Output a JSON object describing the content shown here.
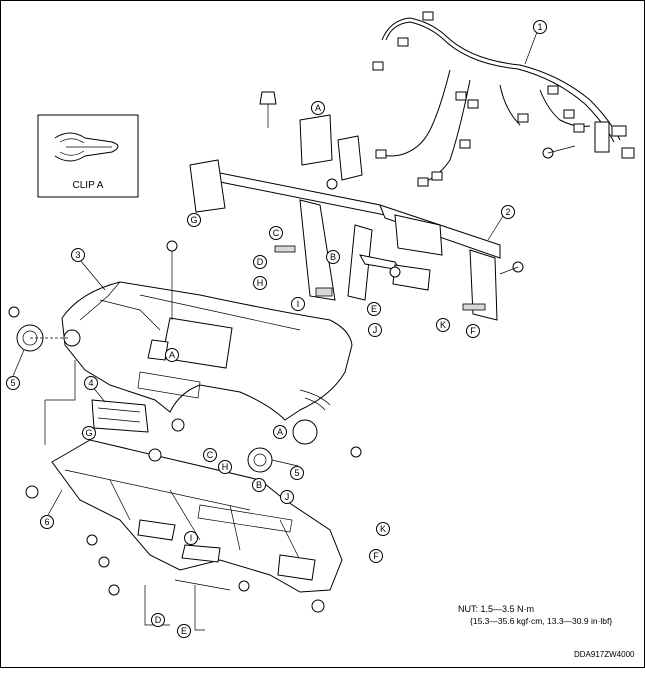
{
  "clip_inset": {
    "label": "CLIP A"
  },
  "part_numbers": [
    "1",
    "2",
    "3",
    "4",
    "5",
    "5",
    "6"
  ],
  "callouts": [
    "A",
    "A",
    "A",
    "B",
    "B",
    "C",
    "C",
    "D",
    "D",
    "E",
    "E",
    "F",
    "F",
    "G",
    "G",
    "H",
    "H",
    "I",
    "I",
    "J",
    "J",
    "K",
    "K"
  ],
  "torque_note": {
    "line1": "NUT: 1.5—3.5 N·m",
    "line2": "{15.3—35.6 kgf·cm, 13.3—30.9 in·lbf}"
  },
  "figure_code": "DDA917ZW4000"
}
